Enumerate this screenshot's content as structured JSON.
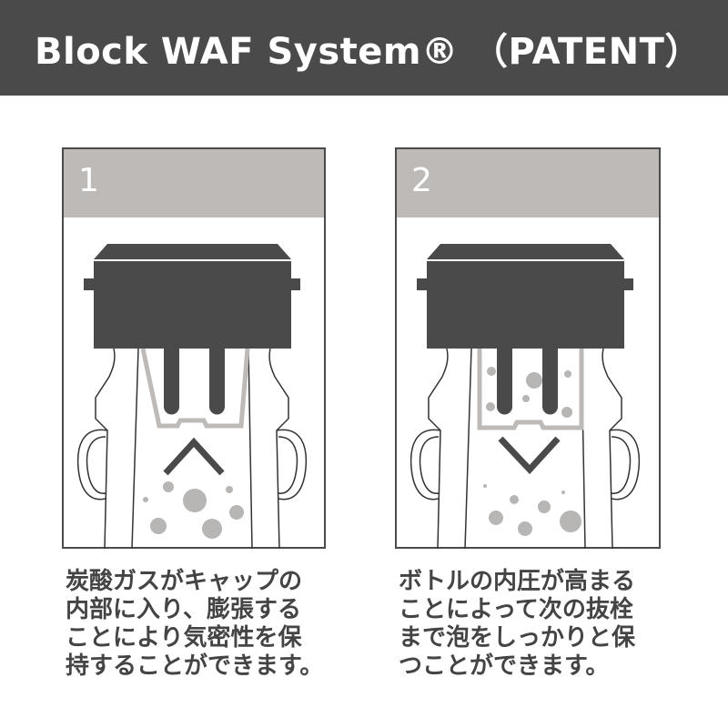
{
  "header": {
    "title": "Block WAF System® （PATENT）"
  },
  "colors": {
    "header_bg": "#4a4a4a",
    "cap": "#4a4a4a",
    "panel_band": "#bdbab8",
    "bubble": "#b8b6b4",
    "text": "#444444"
  },
  "panels": [
    {
      "number": "1",
      "direction": "up",
      "caption_lines": [
        "炭酸ガスがキャップの",
        "内部に入り、膨張する",
        "ことにより気密性を保",
        "持することができます。"
      ]
    },
    {
      "number": "2",
      "direction": "down",
      "caption_lines": [
        "ボトルの内圧が高まる",
        "ことによって次の抜栓",
        "まで泡をしっかりと保",
        "つことができます。"
      ]
    }
  ]
}
